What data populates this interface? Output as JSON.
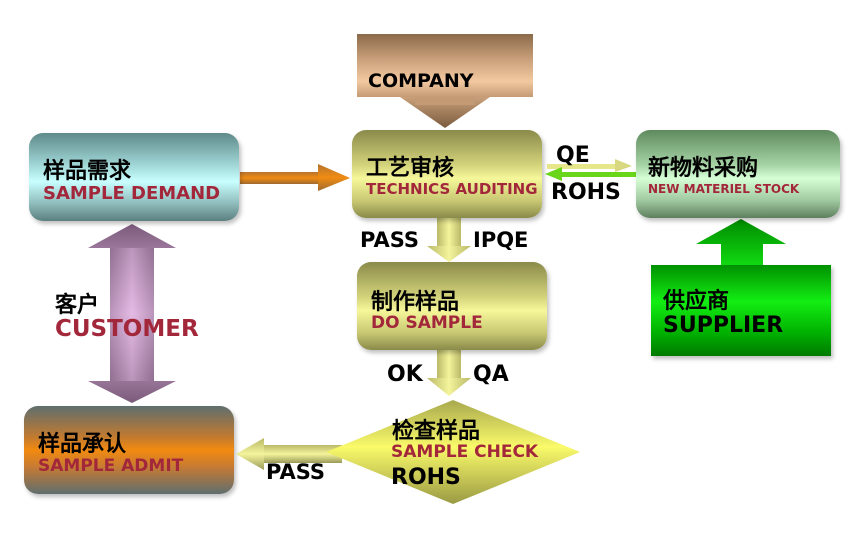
{
  "nodes": {
    "company": {
      "label": "COMPANY"
    },
    "sample_demand": {
      "zh": "样品需求",
      "en": "SAMPLE DEMAND"
    },
    "technics_auditing": {
      "zh": "工艺审核",
      "en": "TECHNICS AUDITING"
    },
    "new_materiel_stock": {
      "zh": "新物料采购",
      "en": "NEW MATERIEL STOCK"
    },
    "supplier": {
      "zh": "供应商",
      "en": "SUPPLIER"
    },
    "customer": {
      "zh": "客户",
      "en": "CUSTOMER"
    },
    "do_sample": {
      "zh": "制作样品",
      "en": "DO SAMPLE"
    },
    "sample_check": {
      "zh": "检查样品",
      "en": "SAMPLE CHECK",
      "extra": "ROHS"
    },
    "sample_admit": {
      "zh": "样品承认",
      "en": "SAMPLE ADMIT"
    }
  },
  "edge_labels": {
    "qe": "QE",
    "rohs": "ROHS",
    "pass_top": "PASS",
    "ipqe": "IPQE",
    "ok": "OK",
    "qa": "QA",
    "pass_bottom": "PASS"
  },
  "colors": {
    "english_text": "#a3273a",
    "arrow_orange": "#e8820f",
    "arrow_yellow": "#e6e68a",
    "arrow_green": "#6ad61a",
    "supplier_green": "#13ee13",
    "customer_arrow": "#c8a0c8"
  }
}
